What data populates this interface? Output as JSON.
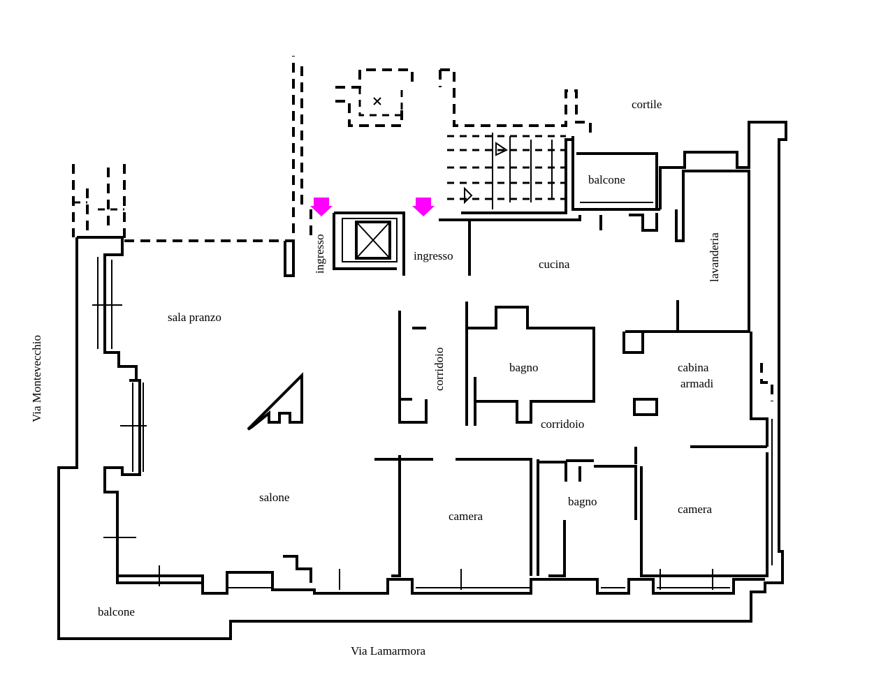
{
  "accent_color": "#ff00ff",
  "labels": {
    "cortile": "cortile",
    "balcone_top": "balcone",
    "ingresso_vertical": "ingresso",
    "ingresso": "ingresso",
    "cucina": "cucina",
    "lavanderia": "lavanderia",
    "sala_pranzo": "sala pranzo",
    "corridoio_vertical": "corridoio",
    "bagno_1": "bagno",
    "cabina": "cabina",
    "armadi": "armadi",
    "corridoio": "corridoio",
    "via_montevecchio": "Via Montevecchio",
    "salone": "salone",
    "camera_1": "camera",
    "bagno_2": "bagno",
    "camera_2": "camera",
    "balcone_bottom": "balcone",
    "via_lamarmora": "Via Lamarmora"
  },
  "entrance_markers": [
    {
      "name": "entrance-arrow-left",
      "icon": "down-arrow-icon"
    },
    {
      "name": "entrance-arrow-right",
      "icon": "down-arrow-icon"
    }
  ]
}
